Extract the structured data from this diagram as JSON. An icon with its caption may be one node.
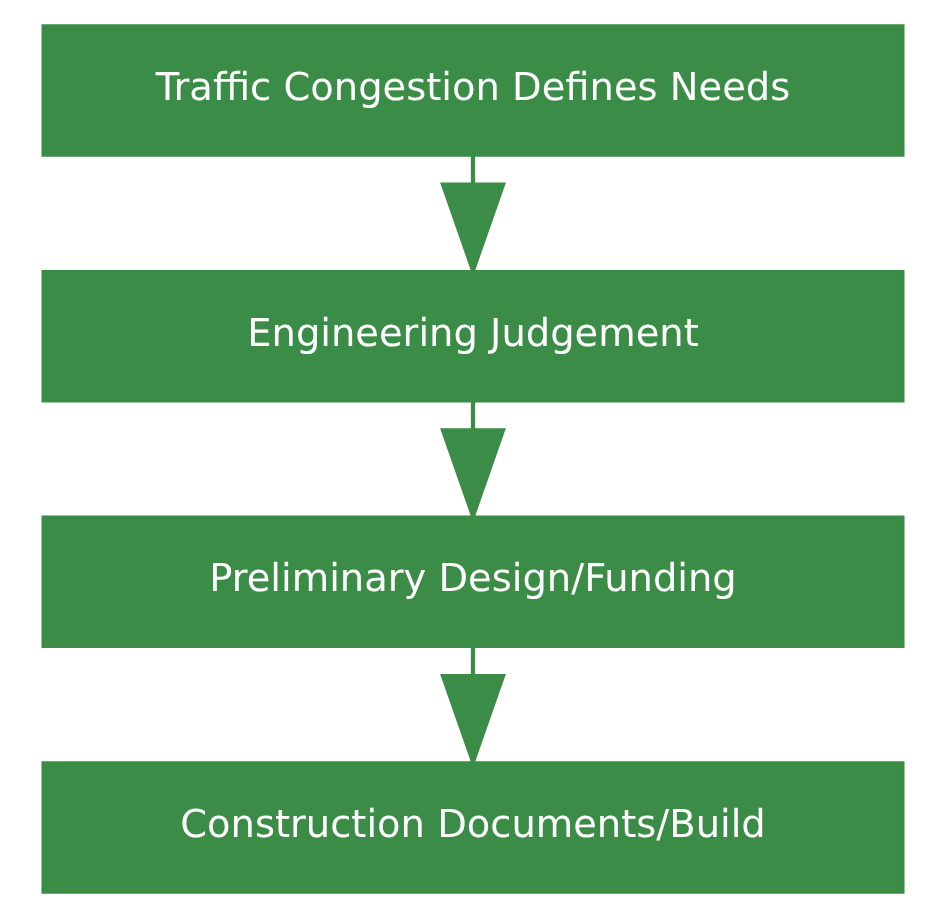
{
  "diagram": {
    "nodes": [
      {
        "text": [
          "Traffic Congestion Defines Needs"
        ]
      },
      {
        "text": [
          "Engineering Judgement"
        ]
      },
      {
        "text": [
          "Preliminary Design/Funding"
        ]
      },
      {
        "text": [
          "Construction Documents/Build"
        ]
      }
    ],
    "edges": [
      {
        "from": 0,
        "to": 1,
        "arrow": "to"
      },
      {
        "from": 1,
        "to": 2,
        "arrow": "to"
      },
      {
        "from": 2,
        "to": 3,
        "arrow": "to"
      }
    ]
  }
}
